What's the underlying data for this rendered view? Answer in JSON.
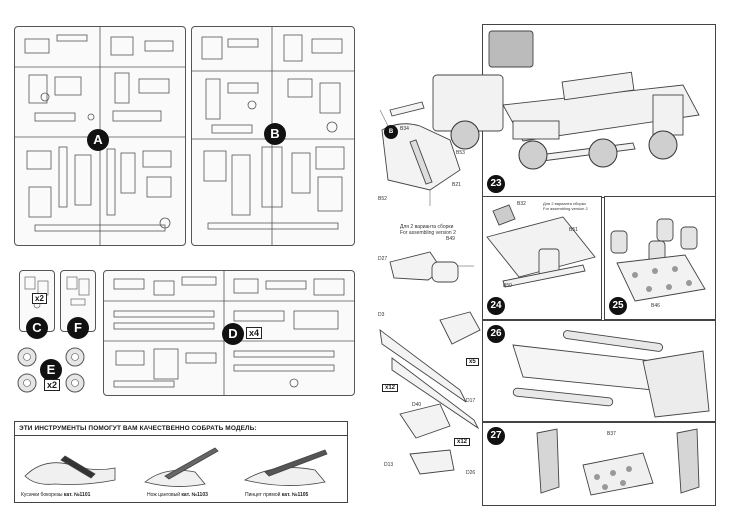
{
  "sprues": {
    "a": {
      "letter": "A"
    },
    "b": {
      "letter": "B"
    },
    "c": {
      "letter": "C"
    },
    "f": {
      "letter": "F"
    },
    "e": {
      "letter": "E",
      "mult": "x2"
    },
    "d": {
      "letter": "D",
      "mult": "x4"
    },
    "c_mult": "x2"
  },
  "tools": {
    "title": "ЭТИ ИНСТРУМЕНТЫ ПОМОГУТ ВАМ КАЧЕСТВЕННО СОБРАТЬ МОДЕЛЬ:",
    "items": [
      {
        "name": "Кусачки бокорезы",
        "cat": "кат. №1101"
      },
      {
        "name": "Нож цанговый",
        "cat": "кат. №1103"
      },
      {
        "name": "Пинцет прямой",
        "cat": "кат. №1105"
      }
    ]
  },
  "steps": [
    "23",
    "24",
    "25",
    "26",
    "27"
  ],
  "left_col": {
    "note_ru": "Для 2 варианта сборки",
    "note_en": "For assembling version 2",
    "mult_x5": "x5",
    "mult_x12a": "x12",
    "mult_x12b": "x12",
    "callouts": [
      "B34",
      "B21",
      "B52",
      "B49",
      "D27",
      "D3",
      "D17",
      "D40",
      "D13",
      "D26",
      "B53"
    ]
  },
  "step24": {
    "note_ru": "Для 2 варианта сборки",
    "note_en": "For assembling version 2",
    "callouts": [
      "B32",
      "B51",
      "B50"
    ]
  },
  "step25": {
    "callouts": [
      "B46"
    ]
  },
  "step27": {
    "callouts": [
      "B37"
    ]
  },
  "colors": {
    "line": "#444444",
    "badge": "#111111",
    "paper": "#ffffff"
  }
}
